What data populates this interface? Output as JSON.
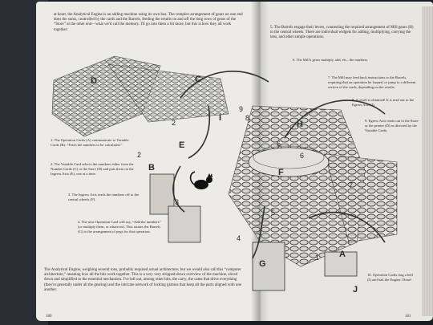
{
  "left_page": {
    "intro": "at heart, the Analytical Engine is an adding machine using its own bus. The complex arrangement of gears on one end does the sums, controlled by the cards and the Barrels, feeding the results on and off the long rows of gears of the “Store” at the other end—what we'd call the memory. I'll go into them a bit more, but this is how they all work together:",
    "captions": [
      "1. The Operation Cards (A) communicate to Variable Cards (B). “Fetch the numbers to be calculated.”",
      "2. The Variable Card selects the numbers either from the Number Cards (C) or the Store (D) and puts them on the Ingress Axis (E), one at a time.",
      "3. The Ingress Axis reads the numbers off to the central wheels (F).",
      "4. The next Operation Card will say, “Add the numbers” (or multiply them, or whatever). This rotates the Barrels (G) to the arrangement of pegs for that operation."
    ],
    "bottom_text": "The Analytical Engine, weighing several tons, probably required actual architecture, but we would also call this “computer architecture,” meaning how all the bits work together. This is a very very stripped-down overview of the machine, sliced down and simplified to the essential mechanism. I've left out, among other bits, the carry, the cams that drive everything (they're generally under all the gearing) and the intricate network of locking gizmos that keep all the parts aligned with one another.",
    "page_number": "180"
  },
  "right_page": {
    "intro": "5. The Barrels engage their levers, connecting the required arrangement of Mill gears (H) to the central wheels. There are individual widgets for adding, multiplying, carrying the tens, and other simple operations.",
    "captions": [
      "6. The Mill's gears multiply, add, etc., the numbers.",
      "7. The Mill may feed back instructions to the Barrels, requiring that an operation be looped, or jump to a different section of the cards, depending on the results.",
      "8. A result is obtained! It is read out to the Egress Axis (I).",
      "9. Egress Axis reads out to the Store or the printer (D) as directed by the Variable Cards."
    ],
    "bottom_caption": "10. Operation Cards ring a bell (J) and halt the Engine. Done!",
    "page_number": "181"
  },
  "figure_labels": {
    "letters": [
      "A",
      "B",
      "C",
      "D",
      "E",
      "F",
      "G",
      "H",
      "I",
      "J"
    ],
    "step_numbers": [
      "1",
      "2",
      "2",
      "3",
      "4",
      "5",
      "6",
      "6",
      "7",
      "8",
      "9"
    ]
  }
}
